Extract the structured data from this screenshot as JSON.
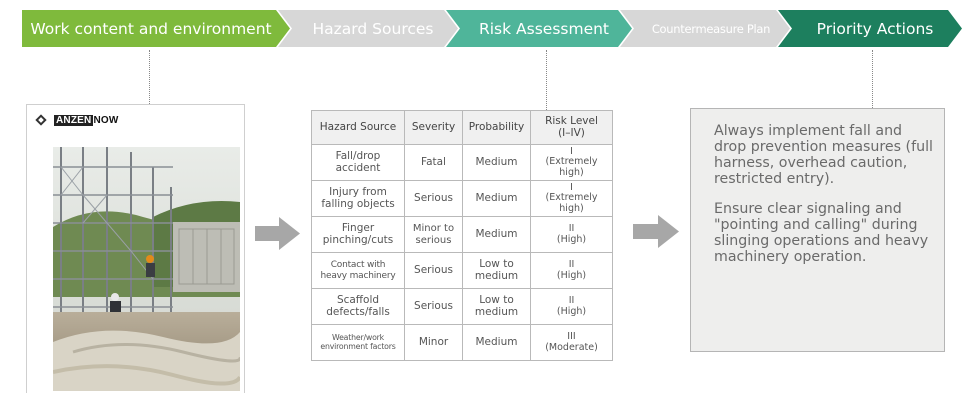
{
  "process_steps": [
    {
      "label": "Work content and environment",
      "color": "#7fba3c"
    },
    {
      "label": "Hazard Sources",
      "color": "#d7d7d7"
    },
    {
      "label": "Risk Assessment",
      "color": "#4fb59a"
    },
    {
      "label": "Countermeasure Plan",
      "color": "#d7d7d7"
    },
    {
      "label": "Priority Actions",
      "color": "#1d7f5e"
    }
  ],
  "logo": {
    "boxed": "ANZEN",
    "rest": "NOW"
  },
  "risk_table": {
    "headers": [
      "Hazard Source",
      "Severity",
      "Probability",
      "Risk Level\n(I–IV)"
    ],
    "rows": [
      [
        "Fall/drop\naccident",
        "Fatal",
        "Medium",
        "I\n(Extremely high)"
      ],
      [
        "Injury from\nfalling objects",
        "Serious",
        "Medium",
        "I\n(Extremely high)"
      ],
      [
        "Finger\npinching/cuts",
        "Minor to\nserious",
        "Medium",
        "II\n(High)"
      ],
      [
        "Contact with\nheavy machinery",
        "Serious",
        "Low to\nmedium",
        "II\n(High)"
      ],
      [
        "Scaffold\ndefects/falls",
        "Serious",
        "Low to\nmedium",
        "II\n(High)"
      ],
      [
        "Weather/work\nenvironment factors",
        "Minor",
        "Medium",
        "III\n(Moderate)"
      ]
    ]
  },
  "priority_actions": [
    "Always implement fall and drop prevention measures (full harness, overhead caution, restricted entry).",
    "Ensure clear signaling and \"pointing and calling\" during slinging operations and heavy machinery operation."
  ],
  "icons": [
    "photo-of-construction-site",
    "arrow-right-icon"
  ]
}
